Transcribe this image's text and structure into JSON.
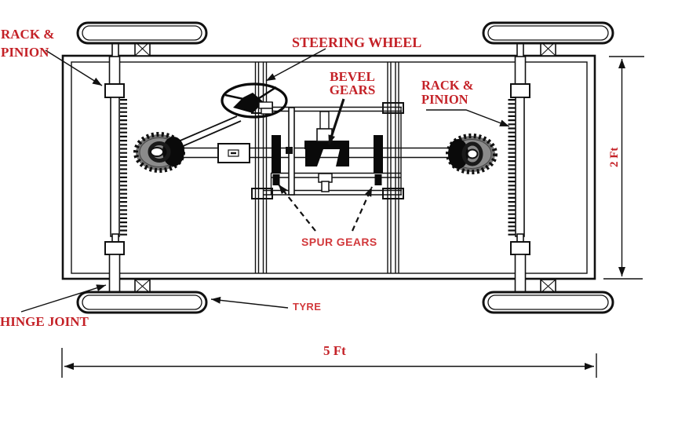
{
  "labels": {
    "rack_pinion_left_line1": "RACK &",
    "rack_pinion_left_line2": "PINION",
    "steering_wheel": "STEERING WHEEL",
    "bevel_gears_line1": "BEVEL",
    "bevel_gears_line2": "GEARS",
    "rack_pinion_right_line1": "RACK &",
    "rack_pinion_right_line2": "PINION",
    "spur_gears": "SPUR GEARS",
    "tyre": "TYRE",
    "hinge_joint": "HINGE JOINT"
  },
  "dimensions": {
    "overall_length": "5 Ft",
    "overall_width": "2 Ft"
  },
  "colors": {
    "serif_label": "#C42127",
    "sans_label": "#D2393C",
    "line": "#111111",
    "gear_rim": "#767676",
    "gear_body": "#8B8B8B",
    "background": "#FFFFFF"
  }
}
